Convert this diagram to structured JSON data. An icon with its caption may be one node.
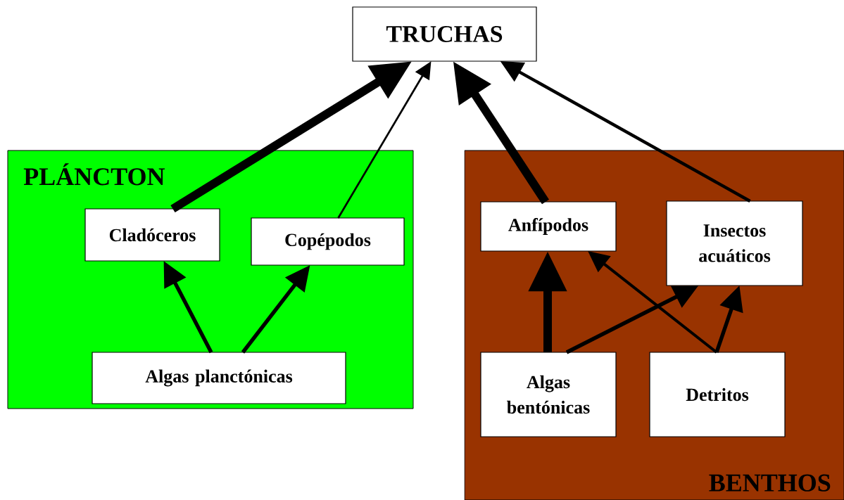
{
  "diagram": {
    "nodes": [
      {
        "text": [
          "TRUCHAS"
        ]
      },
      {
        "text": [
          "PLÁNCTON"
        ]
      },
      {
        "text": [
          "Cladóceros"
        ],
        "in": 1
      },
      {
        "text": [
          "Copépodos"
        ],
        "in": 1
      },
      {
        "text": [
          "Algas planctónicas"
        ],
        "in": 1
      },
      {
        "text": [
          "BENTHOS"
        ]
      },
      {
        "text": [
          "Anfípodos"
        ],
        "in": 5
      },
      {
        "text": [
          "Insectos acuáticos"
        ],
        "in": 5
      },
      {
        "text": [
          "Algas bentónicas"
        ],
        "in": 5
      },
      {
        "text": [
          "Detritos"
        ],
        "in": 5
      }
    ],
    "edges": [
      {
        "from": 2,
        "to": 0,
        "arrow": "to",
        "style": "thick"
      },
      {
        "from": 3,
        "to": 0,
        "arrow": "to"
      },
      {
        "from": 6,
        "to": 0,
        "arrow": "to",
        "style": "thick"
      },
      {
        "from": 7,
        "to": 0,
        "arrow": "to"
      },
      {
        "from": 4,
        "to": 2,
        "arrow": "to"
      },
      {
        "from": 4,
        "to": 3,
        "arrow": "to"
      },
      {
        "from": 8,
        "to": 6,
        "arrow": "to",
        "style": "thick"
      },
      {
        "from": 8,
        "to": 7,
        "arrow": "to"
      },
      {
        "from": 9,
        "to": 6,
        "arrow": "to"
      },
      {
        "from": 9,
        "to": 7,
        "arrow": "to"
      }
    ]
  }
}
